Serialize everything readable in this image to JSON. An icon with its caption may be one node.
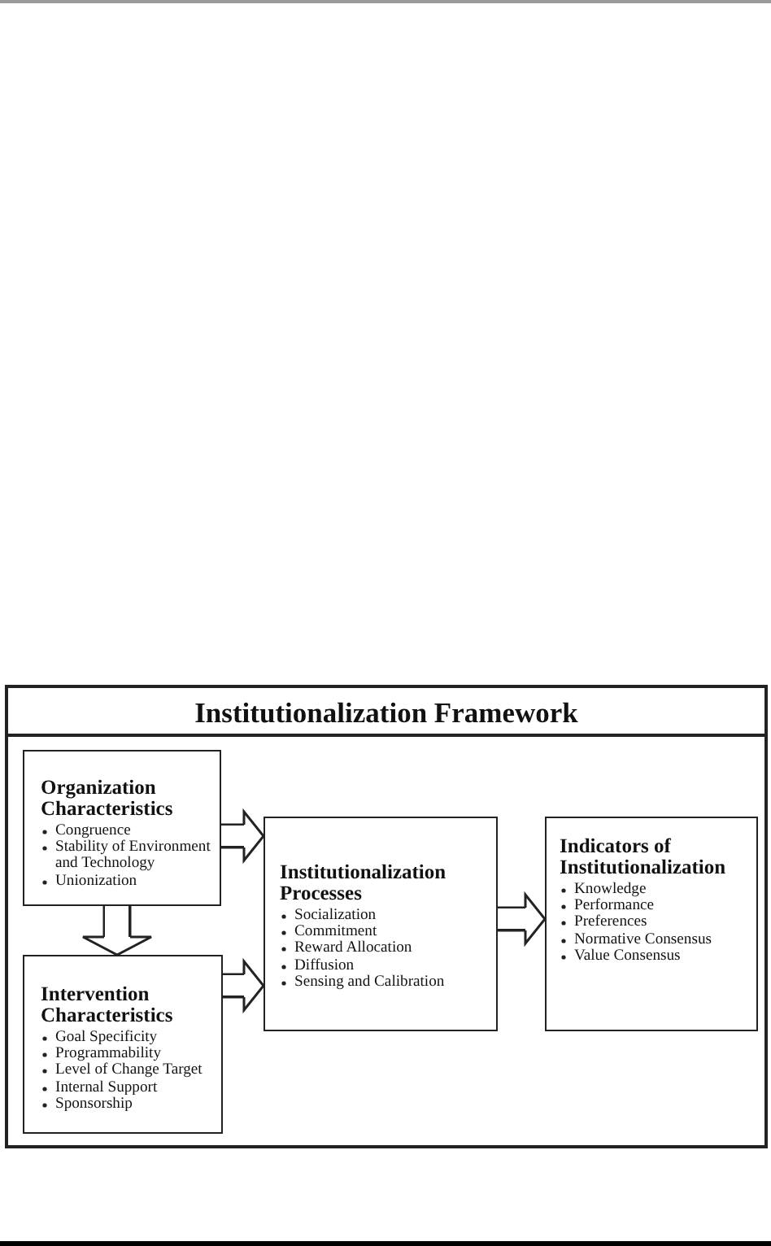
{
  "diagram": {
    "nodes": [
      {
        "text": [
          "Institutionalization Framework"
        ]
      },
      {
        "text": [
          "Organization Characteristics",
          "Congruence",
          "Stability of Environment and Technology",
          "Unionization"
        ],
        "in": 0
      },
      {
        "text": [
          "Intervention Characteristics",
          "Goal Specificity",
          "Programmability",
          "Level of Change Target",
          "Internal Support",
          "Sponsorship"
        ],
        "in": 0
      },
      {
        "text": [
          "Institutionalization Processes",
          "Socialization",
          "Commitment",
          "Reward Allocation",
          "Diffusion",
          "Sensing and Calibration"
        ],
        "in": 0
      },
      {
        "text": [
          "Indicators of Institutionalization",
          "Knowledge",
          "Performance",
          "Preferences",
          "Normative Consensus",
          "Value Consensus"
        ],
        "in": 0
      }
    ],
    "edges": [
      {
        "from": 1,
        "to": 3,
        "arrow": "to"
      },
      {
        "from": 1,
        "to": 2,
        "arrow": "to"
      },
      {
        "from": 2,
        "to": 3,
        "arrow": "to"
      },
      {
        "from": 3,
        "to": 4,
        "arrow": "to"
      }
    ]
  }
}
